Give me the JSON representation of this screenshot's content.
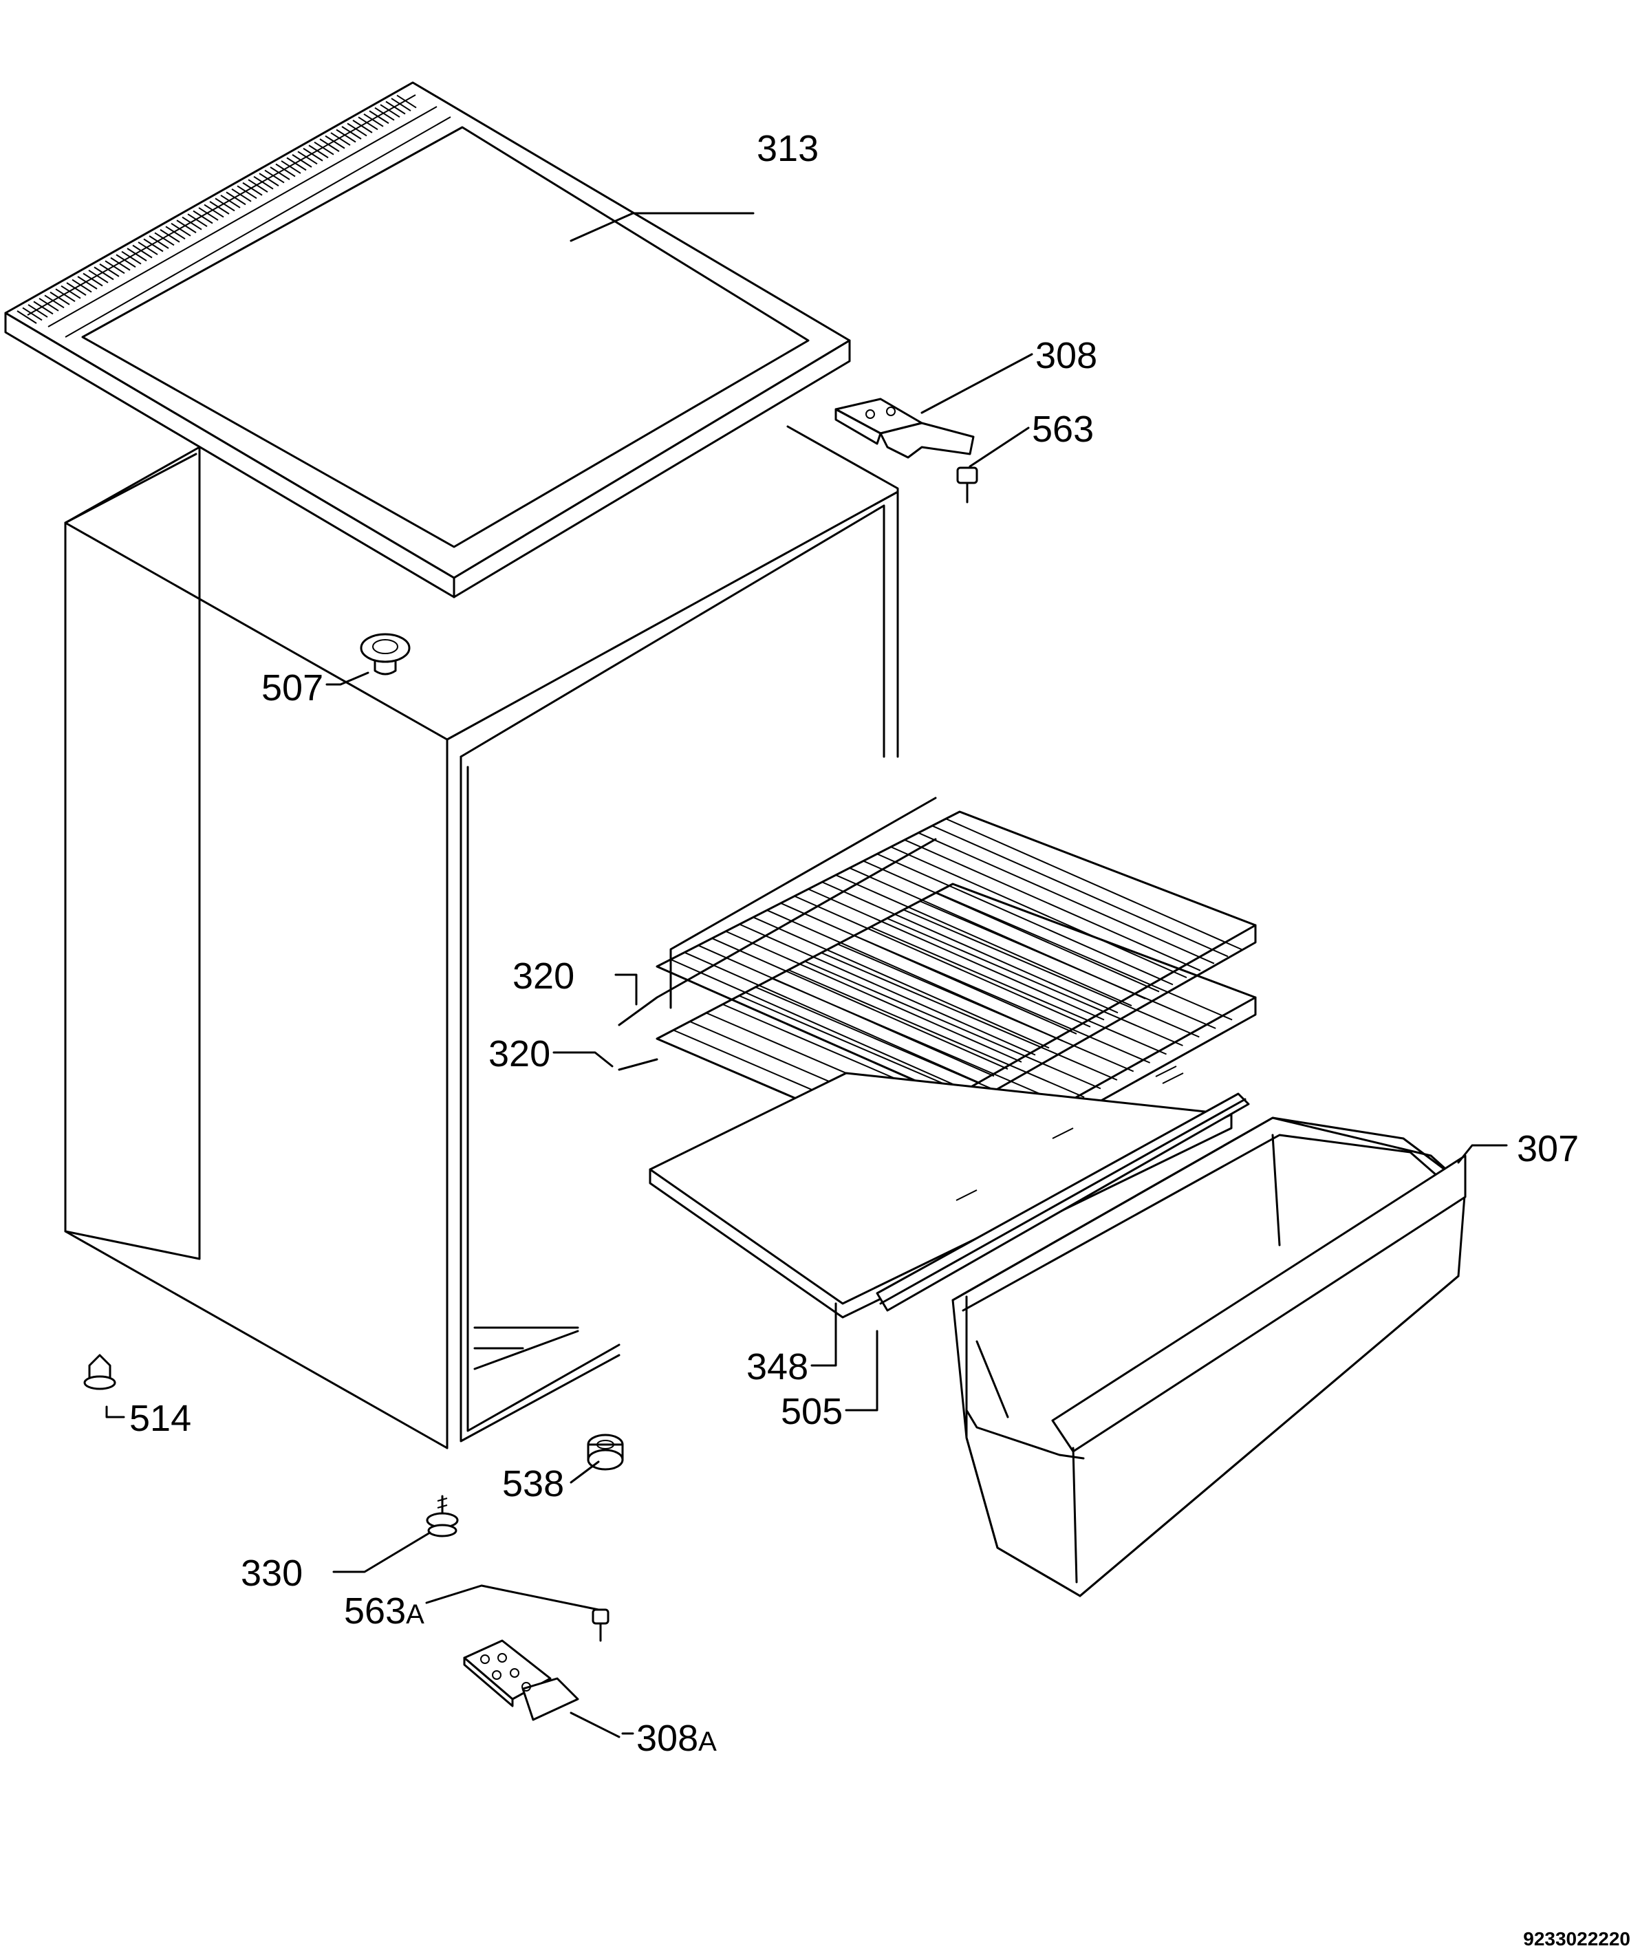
{
  "parts": [
    {
      "id": "p313",
      "number": "313",
      "suffix": ""
    },
    {
      "id": "p308",
      "number": "308",
      "suffix": ""
    },
    {
      "id": "p563",
      "number": "563",
      "suffix": ""
    },
    {
      "id": "p507",
      "number": "507",
      "suffix": ""
    },
    {
      "id": "p320a",
      "number": "320",
      "suffix": ""
    },
    {
      "id": "p320b",
      "number": "320",
      "suffix": ""
    },
    {
      "id": "p307",
      "number": "307",
      "suffix": ""
    },
    {
      "id": "p348",
      "number": "348",
      "suffix": ""
    },
    {
      "id": "p505",
      "number": "505",
      "suffix": ""
    },
    {
      "id": "p514",
      "number": "514",
      "suffix": ""
    },
    {
      "id": "p538",
      "number": "538",
      "suffix": ""
    },
    {
      "id": "p330",
      "number": "330",
      "suffix": ""
    },
    {
      "id": "p563a",
      "number": "563",
      "suffix": "A"
    },
    {
      "id": "p308a",
      "number": "308",
      "suffix": "A"
    }
  ],
  "drawing_code": "9233022220"
}
